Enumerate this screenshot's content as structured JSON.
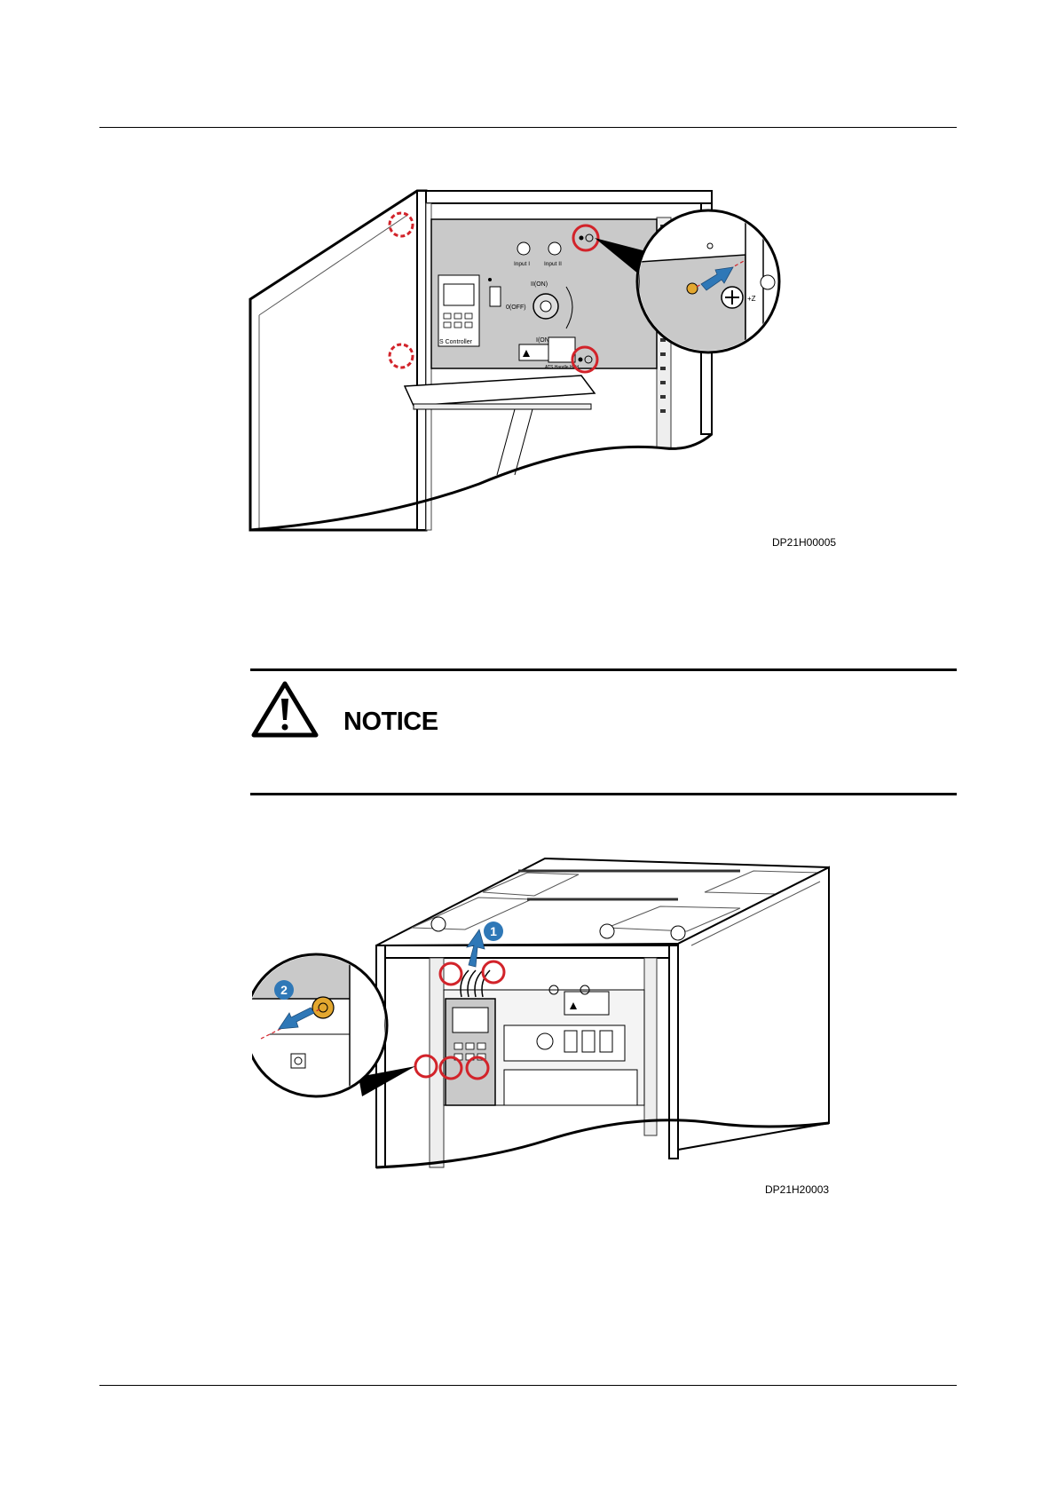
{
  "figure1": {
    "id": "DP21H00005",
    "labels": {
      "input_1": "Input I",
      "input_2": "Input II",
      "on_2": "II(ON)",
      "off": "0(OFF)",
      "on_1": "I(ON)",
      "controller": "S Controller",
      "handle_label": "ATS Handle Hold",
      "plus_z": "+Z"
    }
  },
  "notice": {
    "title": "NOTICE"
  },
  "figure2": {
    "id": "DP21H20003",
    "steps": [
      "1",
      "2"
    ]
  },
  "colors": {
    "callout": "#d2232a",
    "arrow": "#2f78b7",
    "panel": "#c9c9c9",
    "screw": "#e3a72f"
  }
}
